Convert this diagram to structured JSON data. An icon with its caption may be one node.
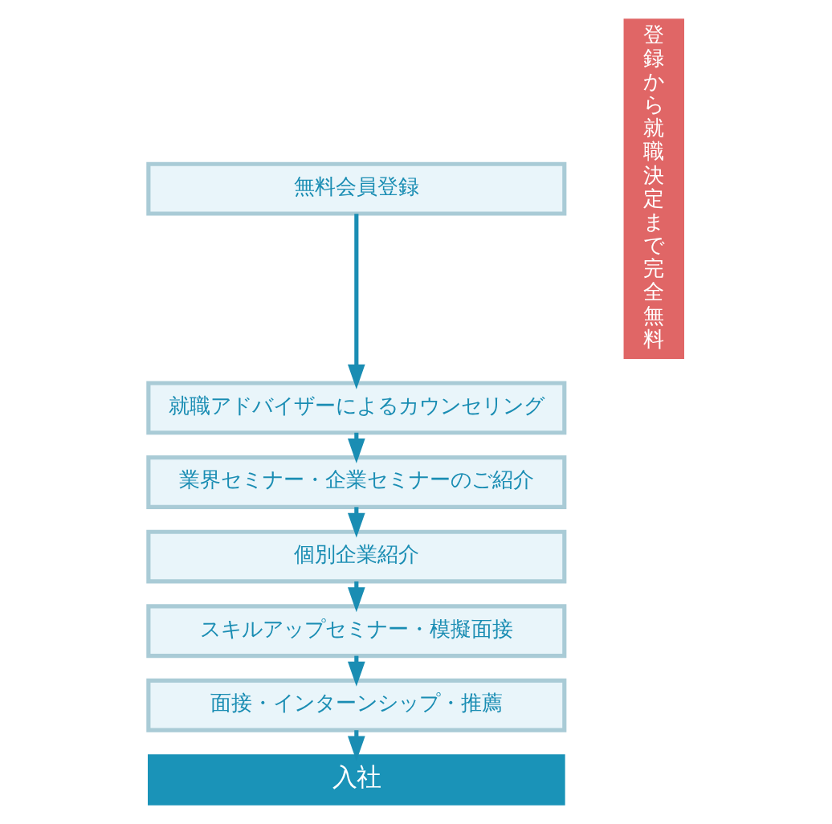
{
  "diagram": {
    "nodes": [
      {
        "text": [
          "無料会員登録"
        ]
      },
      {
        "text": [
          "就職アドバイザーによるカウンセリング"
        ]
      },
      {
        "text": [
          "業界セミナー・企業セミナーのご紹介"
        ]
      },
      {
        "text": [
          "個別企業紹介"
        ]
      },
      {
        "text": [
          "スキルアップセミナー・模擬面接"
        ]
      },
      {
        "text": [
          "面接・インターンシップ・推薦"
        ]
      },
      {
        "text": [
          "入社"
        ]
      },
      {
        "text": [
          "登録から就職決定まで完全無料"
        ]
      }
    ],
    "edges": [
      {
        "from": 0,
        "to": 1,
        "arrow": "to"
      },
      {
        "from": 1,
        "to": 2,
        "arrow": "to"
      },
      {
        "from": 2,
        "to": 3,
        "arrow": "to"
      },
      {
        "from": 3,
        "to": 4,
        "arrow": "to"
      },
      {
        "from": 4,
        "to": 5,
        "arrow": "to"
      },
      {
        "from": 5,
        "to": 6,
        "arrow": "to"
      }
    ]
  }
}
